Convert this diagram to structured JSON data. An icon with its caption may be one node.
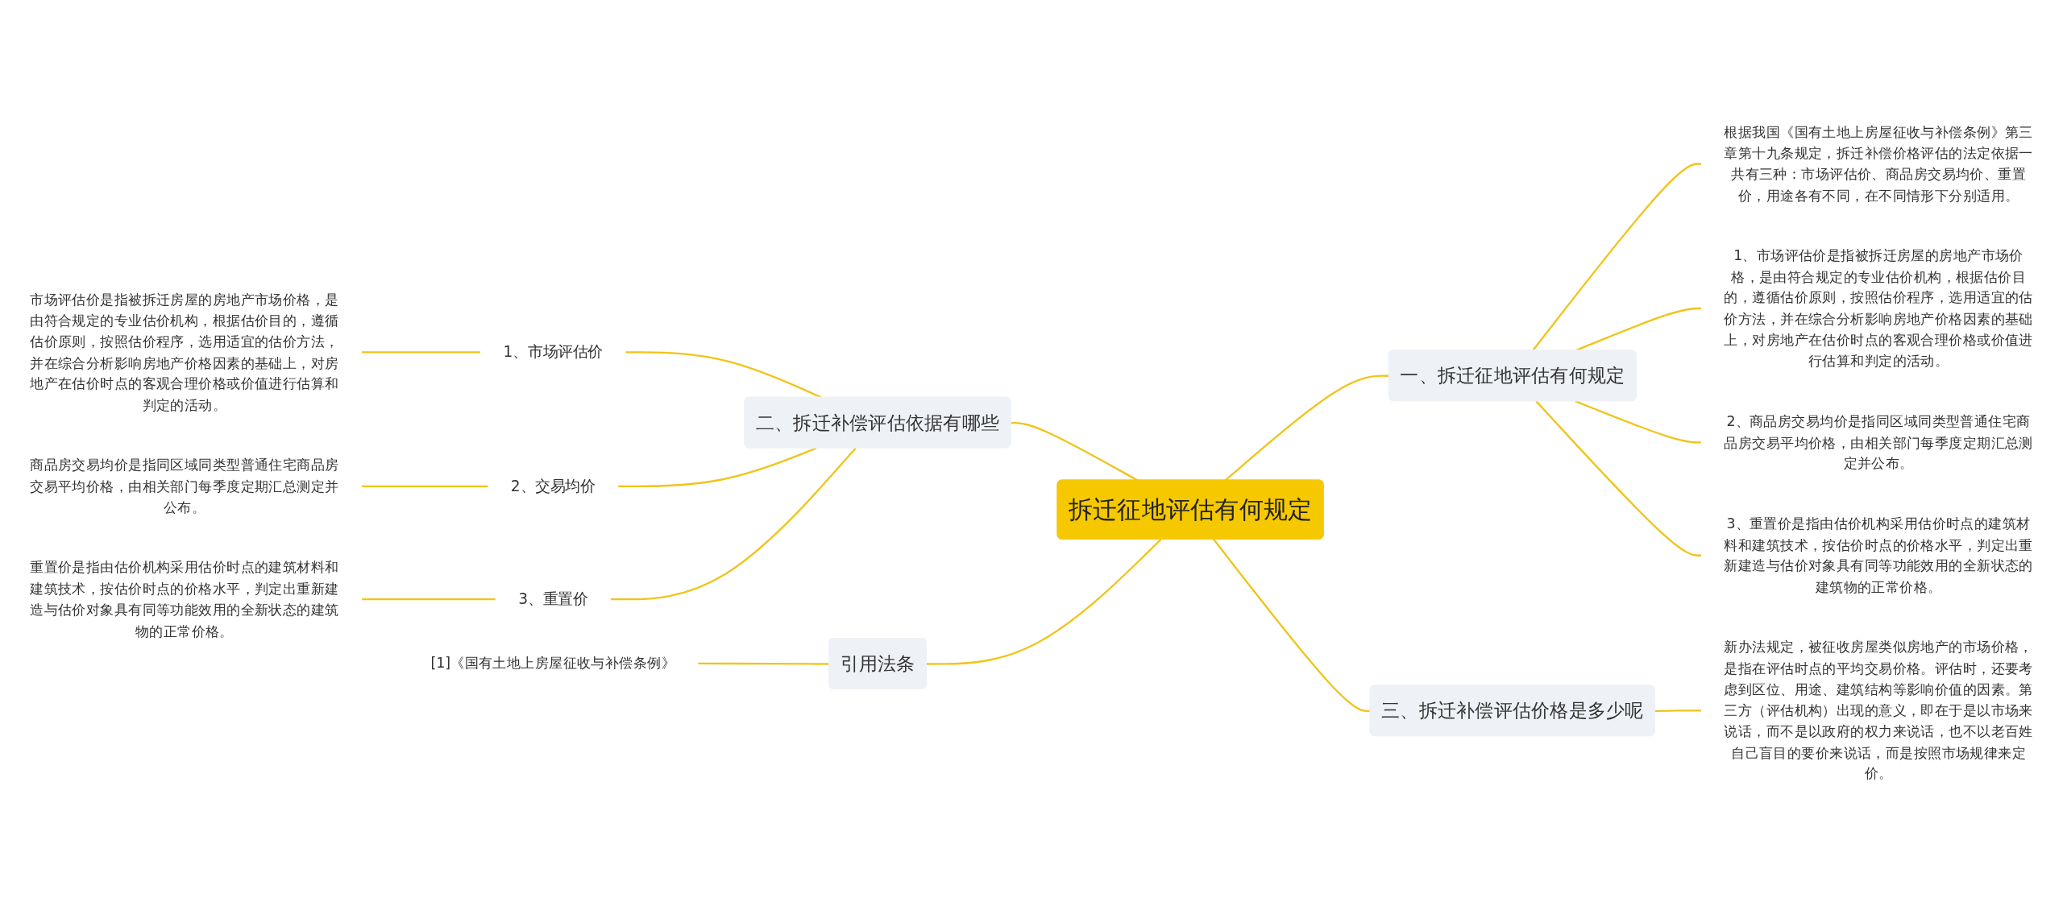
{
  "diagram": {
    "nodes": [
      {
        "text": [
          "拆迁征地评估有何规定"
        ]
      },
      {
        "text": [
          "一、拆迁征地评估有何规定"
        ]
      },
      {
        "text": [
          "根据我国《国有土地上房屋征收与补偿条例》第三章第十九条规定，拆迁补偿价格评估的法定依据一共有三种：市场评估价、商品房交易均价、重置价，用途各有不同，在不同情形下分别适用。"
        ]
      },
      {
        "text": [
          "1、市场评估价是指被拆迁房屋的房地产市场价格，是由符合规定的专业估价机构，根据估价目的，遵循估价原则，按照估价程序，选用适宜的估价方法，并在综合分析影响房地产价格因素的基础上，对房地产在估价时点的客观合理价格或价值进行估算和判定的活动。"
        ]
      },
      {
        "text": [
          "2、商品房交易均价是指同区域同类型普通住宅商品房交易平均价格，由相关部门每季度定期汇总测定并公布。"
        ]
      },
      {
        "text": [
          "3、重置价是指由估价机构采用估价时点的建筑材料和建筑技术，按估价时点的价格水平，判定出重新建造与估价对象具有同等功能效用的全新状态的建筑物的正常价格。"
        ]
      },
      {
        "text": [
          "三、拆迁补偿评估价格是多少呢"
        ]
      },
      {
        "text": [
          "新办法规定，被征收房屋类似房地产的市场价格，是指在评估时点的平均交易价格。评估时，还要考虑到区位、用途、建筑结构等影响价值的因素。第三方（评估机构）出现的意义，即在于是以市场来说话，而不是以政府的权力来说话，也不以老百姓自己盲目的要价来说话，而是按照市场规律来定价。"
        ]
      },
      {
        "text": [
          "二、拆迁补偿评估依据有哪些"
        ]
      },
      {
        "text": [
          "1、市场评估价"
        ]
      },
      {
        "text": [
          "市场评估价是指被拆迁房屋的房地产市场价格，是由符合规定的专业估价机构，根据估价目的，遵循估价原则，按照估价程序，选用适宜的估价方法，并在综合分析影响房地产价格因素的基础上，对房地产在估价时点的客观合理价格或价值进行估算和判定的活动。"
        ]
      },
      {
        "text": [
          "2、交易均价"
        ]
      },
      {
        "text": [
          "商品房交易均价是指同区域同类型普通住宅商品房交易平均价格，由相关部门每季度定期汇总测定并公布。"
        ]
      },
      {
        "text": [
          "3、重置价"
        ]
      },
      {
        "text": [
          "重置价是指由估价机构采用估价时点的建筑材料和建筑技术，按估价时点的价格水平，判定出重新建造与估价对象具有同等功能效用的全新状态的建筑物的正常价格。"
        ]
      },
      {
        "text": [
          "引用法条"
        ]
      },
      {
        "text": [
          "[1]《国有土地上房屋征收与补偿条例》"
        ]
      }
    ],
    "edges": [
      {
        "from": 0,
        "to": 1,
        "arrow": "none"
      },
      {
        "from": 1,
        "to": 2,
        "arrow": "none"
      },
      {
        "from": 1,
        "to": 3,
        "arrow": "none"
      },
      {
        "from": 1,
        "to": 4,
        "arrow": "none"
      },
      {
        "from": 1,
        "to": 5,
        "arrow": "none"
      },
      {
        "from": 0,
        "to": 6,
        "arrow": "none"
      },
      {
        "from": 6,
        "to": 7,
        "arrow": "none"
      },
      {
        "from": 8,
        "to": 0,
        "arrow": "none"
      },
      {
        "from": 9,
        "to": 8,
        "arrow": "none"
      },
      {
        "from": 10,
        "to": 9,
        "arrow": "none"
      },
      {
        "from": 11,
        "to": 8,
        "arrow": "none"
      },
      {
        "from": 12,
        "to": 11,
        "arrow": "none"
      },
      {
        "from": 13,
        "to": 8,
        "arrow": "none"
      },
      {
        "from": 14,
        "to": 13,
        "arrow": "none"
      },
      {
        "from": 15,
        "to": 0,
        "arrow": "none"
      },
      {
        "from": 16,
        "to": 15,
        "arrow": "none"
      }
    ]
  }
}
